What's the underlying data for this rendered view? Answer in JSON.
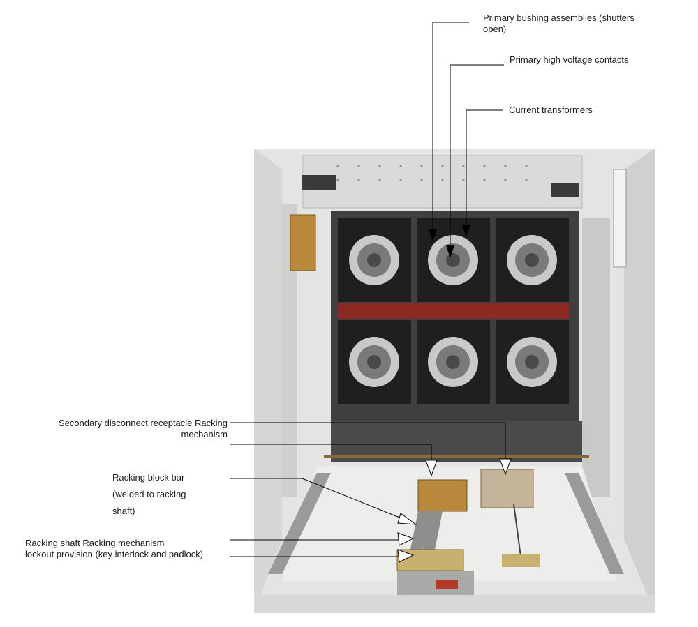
{
  "labels": {
    "bushing_line1": "Primary bushing assemblies (shutters",
    "bushing_line2": "open)",
    "hv_contacts": "Primary high voltage contacts",
    "current_transformers": "Current transformers",
    "secondary_line1": "Secondary disconnect receptacle Racking",
    "secondary_line2": "mechanism",
    "block_bar_line1": "Racking block bar",
    "block_bar_line2": "(welded to racking",
    "block_bar_line3": "shaft)",
    "shaft_line1": "Racking shaft Racking mechanism",
    "shaft_line2": "lockout provision (key interlock and padlock)"
  },
  "colors": {
    "cabinet": "#e4e4e2",
    "panel_dark": "#3f3f3f",
    "bushing_outer": "#1f1f1f",
    "insulator": "#c9c9c9",
    "red_bus": "#8a2a22",
    "brass": "#b8893c"
  },
  "icons": [
    "callout-arrow"
  ]
}
